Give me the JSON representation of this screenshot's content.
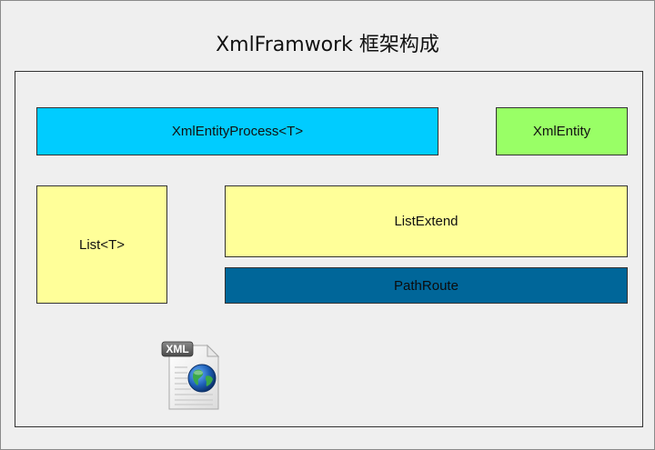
{
  "diagram": {
    "title": "XmlFramwork 框架构成",
    "boxes": {
      "process": "XmlEntityProcess<T>",
      "entity": "XmlEntity",
      "list": "List<T>",
      "list_extend": "ListExtend",
      "path_route": "PathRoute"
    },
    "file_icon": {
      "label": "XML",
      "icon": "xml-file-globe-icon"
    },
    "colors": {
      "process": "#00ccff",
      "entity": "#99ff66",
      "list": "#ffff99",
      "list_extend": "#ffff99",
      "path_route": "#006699",
      "background": "#efefef"
    }
  }
}
